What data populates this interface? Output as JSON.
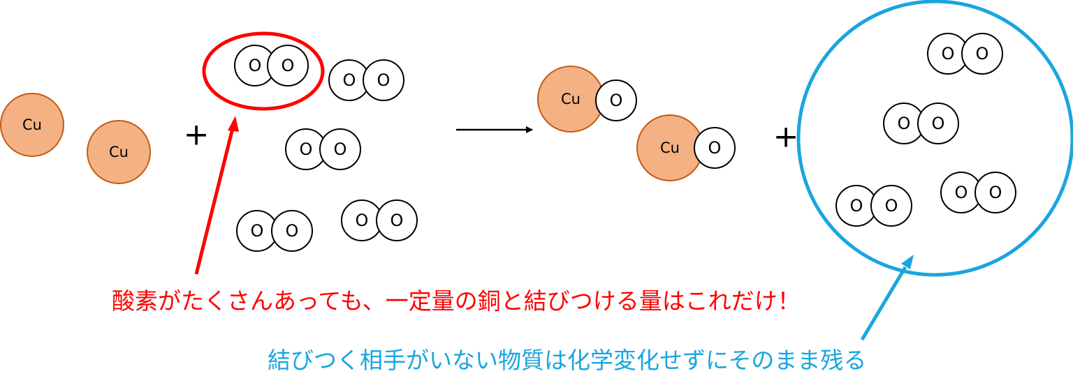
{
  "symbols": {
    "copper": "Cu",
    "oxygen": "O",
    "plus": "+"
  },
  "colors": {
    "copper_fill": "#f4b183",
    "copper_stroke": "#c55a11",
    "highlight_red": "#ff0000",
    "highlight_blue": "#1aa5de"
  },
  "annotations": {
    "red": "酸素がたくさんあっても、一定量の銅と結びつける量はこれだけ！",
    "blue": "結びつく相手がいない物質は化学変化せずにそのまま残る"
  }
}
